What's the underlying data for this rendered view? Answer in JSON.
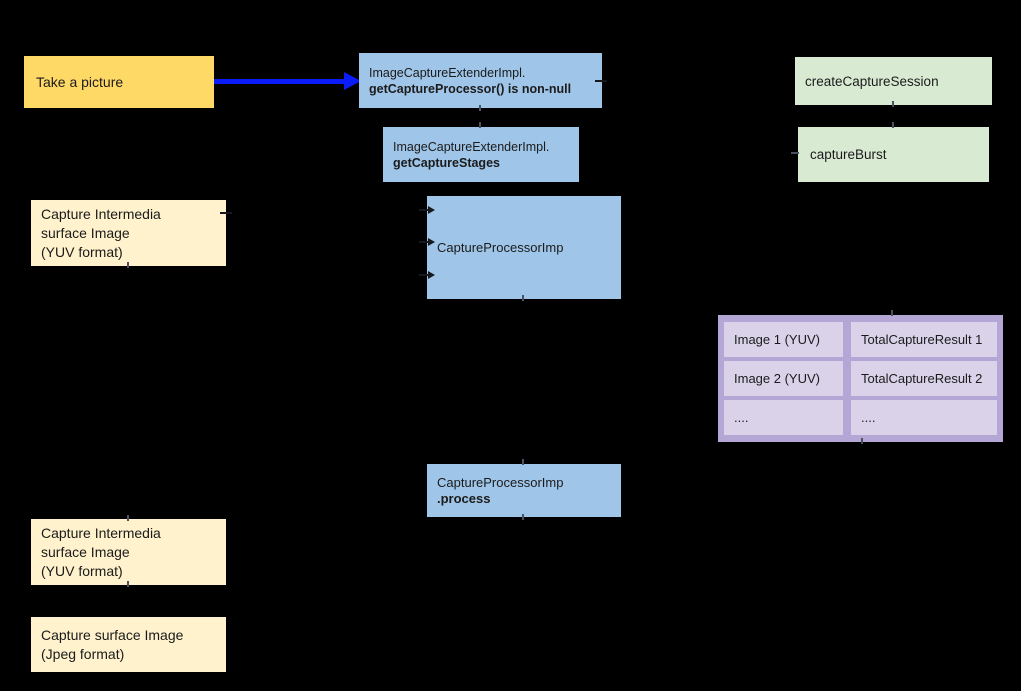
{
  "diagram": {
    "background_color": "#000000",
    "arrow_color": "#0b1cfb",
    "text_color": "#1b1b1b",
    "nodes": {
      "take_picture": {
        "label": "Take a picture",
        "fill": "#ffd966"
      },
      "get_capture_processor": {
        "line1": "ImageCaptureExtenderImpl.",
        "line2": "getCaptureProcessor() is non-null",
        "fill": "#9fc5e8"
      },
      "get_capture_stages": {
        "line1": "ImageCaptureExtenderImpl.",
        "line2": "getCaptureStages",
        "fill": "#9fc5e8"
      },
      "create_capture_session": {
        "label": "createCaptureSession",
        "fill": "#d9ead3"
      },
      "capture_burst": {
        "label": "captureBurst",
        "fill": "#d9ead3"
      },
      "capture_intermedia_top": {
        "line1": "Capture Intermedia",
        "line2": "surface Image",
        "line3": "(YUV format)",
        "fill": "#fff2cc"
      },
      "capture_processor_imp": {
        "label": "CaptureProcessorImp",
        "fill": "#9fc5e8"
      },
      "capture_processor_process": {
        "line1": "CaptureProcessorImp",
        "line2": ".process",
        "fill": "#9fc5e8"
      },
      "capture_intermedia_bottom": {
        "line1": "Capture Intermedia",
        "line2": "surface Image",
        "line3": "(YUV format)",
        "fill": "#fff2cc"
      },
      "capture_surface_jpeg": {
        "line1": "Capture surface Image",
        "line2": "(Jpeg format)",
        "fill": "#fff2cc"
      }
    },
    "capture_results_table": {
      "outer_fill": "#b4a7d6",
      "cell_fill": "#d9d2e9",
      "rows": [
        {
          "image": "Image 1 (YUV)",
          "result": "TotalCaptureResult 1"
        },
        {
          "image": "Image 2 (YUV)",
          "result": "TotalCaptureResult 2"
        },
        {
          "image": "....",
          "result": "...."
        }
      ]
    }
  }
}
